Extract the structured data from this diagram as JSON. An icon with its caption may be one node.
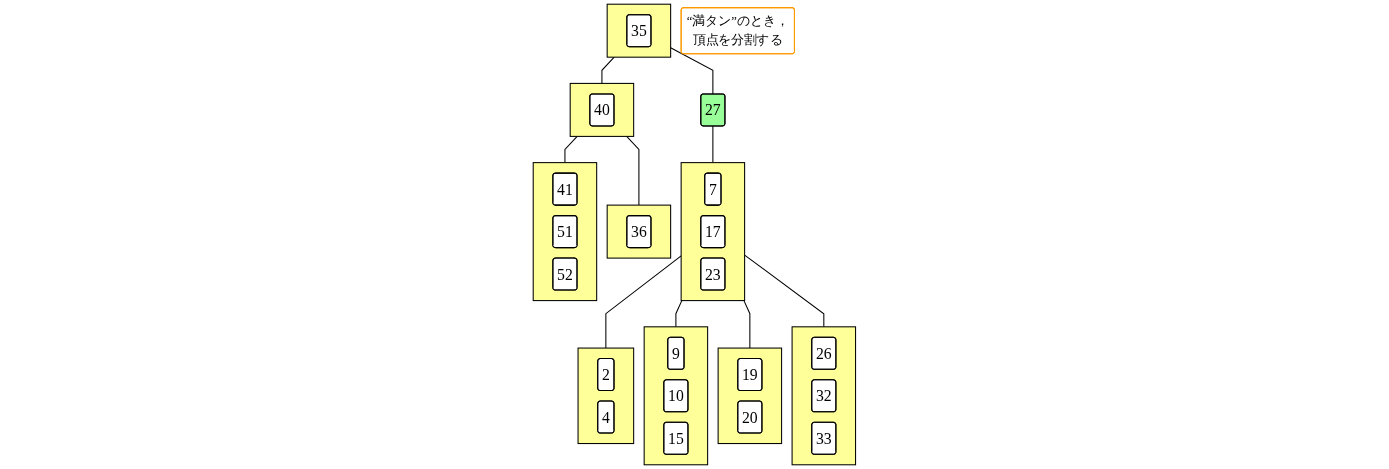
{
  "diagram": {
    "nodes": [
      {
        "text": [
          "“満タン”のとき，頂点を分割する"
        ]
      },
      {
        "text": [],
        "shape": "box"
      },
      {
        "text": [
          "35"
        ],
        "in": 1
      },
      {
        "text": [
          "27"
        ]
      },
      {
        "text": [],
        "shape": "box"
      },
      {
        "text": [
          "7"
        ],
        "in": 4
      },
      {
        "text": [
          "17"
        ],
        "in": 4
      },
      {
        "text": [
          "23"
        ],
        "in": 4
      },
      {
        "text": [],
        "shape": "box"
      },
      {
        "text": [
          "40"
        ],
        "in": 8
      },
      {
        "text": [],
        "shape": "box"
      },
      {
        "text": [
          "2"
        ],
        "in": 10
      },
      {
        "text": [
          "4"
        ],
        "in": 10
      },
      {
        "text": [],
        "shape": "box"
      },
      {
        "text": [
          "9"
        ],
        "in": 13
      },
      {
        "text": [
          "10"
        ],
        "in": 13
      },
      {
        "text": [
          "15"
        ],
        "in": 13
      },
      {
        "text": [],
        "shape": "box"
      },
      {
        "text": [
          "19"
        ],
        "in": 17
      },
      {
        "text": [
          "20"
        ],
        "in": 17
      },
      {
        "text": [],
        "shape": "box"
      },
      {
        "text": [
          "26"
        ],
        "in": 20
      },
      {
        "text": [
          "32"
        ],
        "in": 20
      },
      {
        "text": [
          "33"
        ],
        "in": 20
      },
      {
        "text": [],
        "shape": "box"
      },
      {
        "text": [
          "36"
        ],
        "in": 24
      },
      {
        "text": [],
        "shape": "box"
      },
      {
        "text": [
          "41"
        ],
        "in": 26
      },
      {
        "text": [
          "51"
        ],
        "in": 26
      },
      {
        "text": [
          "52"
        ],
        "in": 26
      }
    ],
    "edges": [
      {
        "from": 1,
        "to": 3,
        "arrow": "none"
      },
      {
        "from": 3,
        "to": 4,
        "arrow": "none"
      },
      {
        "from": 1,
        "to": 8,
        "arrow": "none"
      },
      {
        "from": 4,
        "to": 10,
        "arrow": "none"
      },
      {
        "from": 4,
        "to": 13,
        "arrow": "none"
      },
      {
        "from": 4,
        "to": 17,
        "arrow": "none"
      },
      {
        "from": 4,
        "to": 20,
        "arrow": "none"
      },
      {
        "from": 8,
        "to": 24,
        "arrow": "none"
      },
      {
        "from": 8,
        "to": 26,
        "arrow": "none"
      }
    ]
  }
}
